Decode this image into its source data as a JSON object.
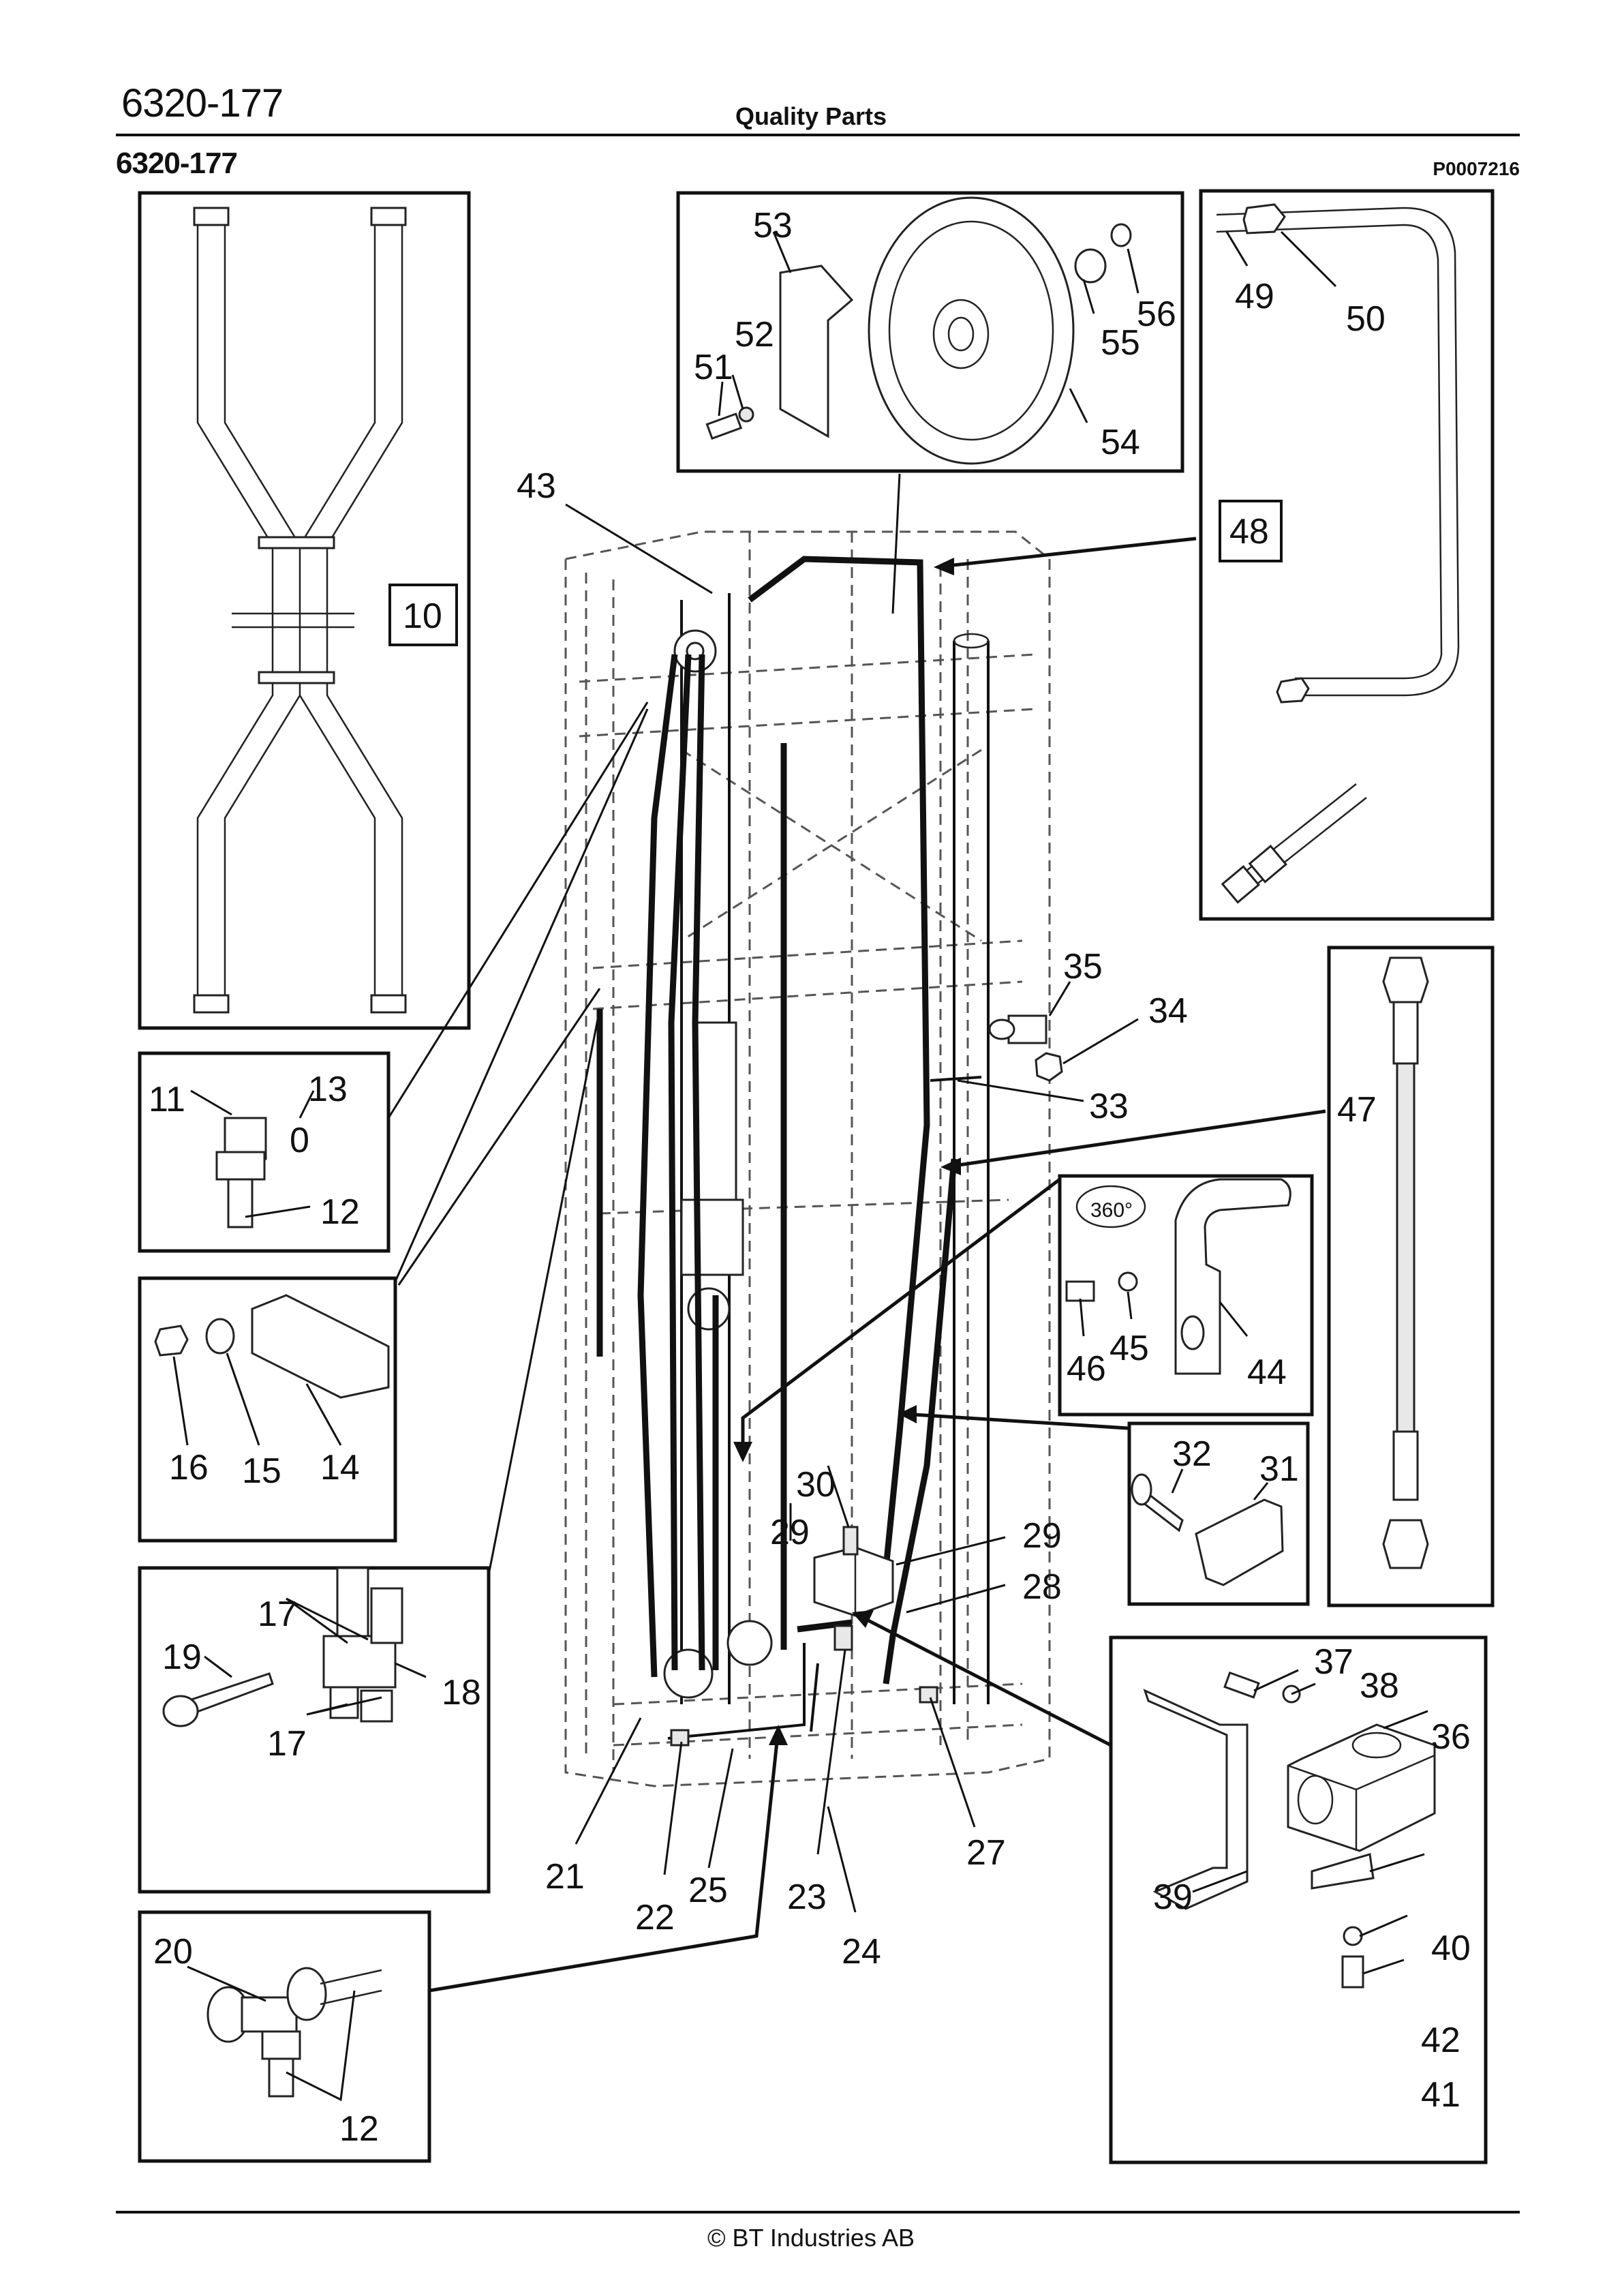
{
  "header": {
    "document_number": "6320-177",
    "title": "Quality Parts",
    "section_number": "6320-177",
    "reference_code": "P0007216"
  },
  "footer": {
    "copyright": "© BT Industries AB"
  },
  "diagram": {
    "rotation_label": "360°",
    "boxed_callouts": [
      "10",
      "48"
    ],
    "panels": {
      "hose_cross_assembly": {
        "callouts": [
          "10"
        ]
      },
      "pulley_assembly": {
        "callouts": [
          "51",
          "52",
          "53",
          "54",
          "55",
          "56"
        ]
      },
      "pipe_assembly": {
        "callouts": [
          "48",
          "49",
          "50"
        ]
      },
      "elbow_fitting": {
        "callouts": [
          "11",
          "13",
          "12"
        ]
      },
      "bracket_clamp": {
        "callouts": [
          "16",
          "15",
          "14"
        ]
      },
      "valve_block": {
        "callouts": [
          "17",
          "19",
          "18",
          "17"
        ]
      },
      "tee_fitting": {
        "callouts": [
          "20",
          "12"
        ]
      },
      "hose": {
        "callouts": [
          "47"
        ]
      },
      "hose_guide": {
        "callouts": [
          "46",
          "45",
          "44"
        ]
      },
      "clamp_screw": {
        "callouts": [
          "32",
          "31"
        ]
      },
      "distribution_block": {
        "callouts": [
          "37",
          "38",
          "36",
          "39",
          "40",
          "42",
          "41"
        ]
      }
    },
    "main_callouts": [
      "43",
      "35",
      "34",
      "33",
      "30",
      "29",
      "29",
      "28",
      "21",
      "22",
      "25",
      "23",
      "24",
      "27"
    ]
  }
}
